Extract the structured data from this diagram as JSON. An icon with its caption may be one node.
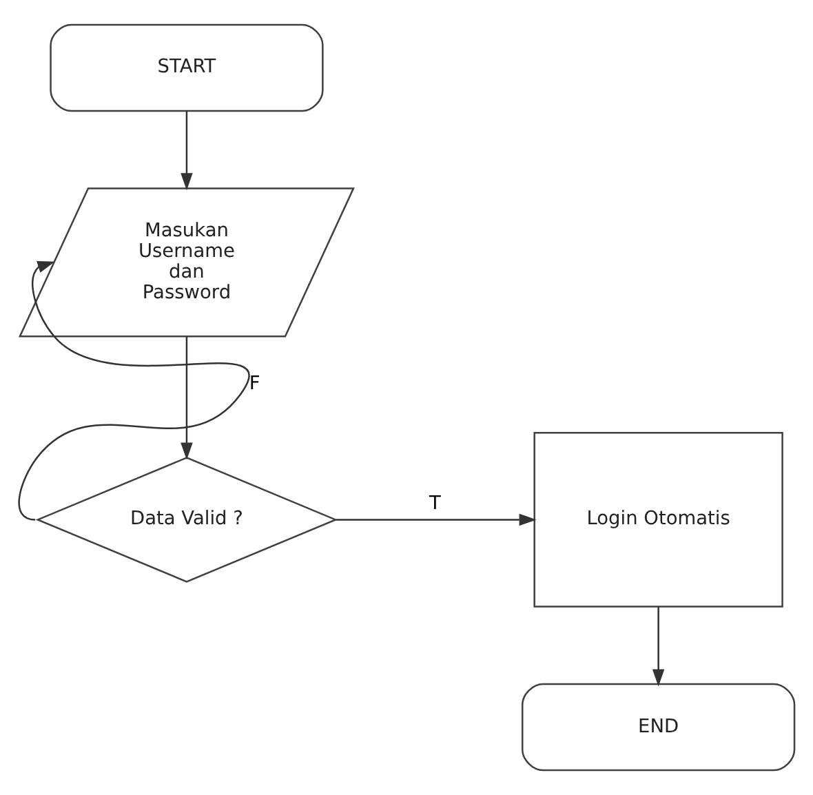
{
  "diagram": {
    "nodes": [
      {
        "text": [
          "START"
        ]
      },
      {
        "text": [
          "Masukan Username dan Password"
        ]
      },
      {
        "text": [
          "Data Valid ?"
        ]
      },
      {
        "text": [
          "Login Otomatis"
        ]
      },
      {
        "text": [
          "END"
        ]
      }
    ],
    "edges": [
      {
        "from": 0,
        "to": 1,
        "arrow": "to"
      },
      {
        "from": 1,
        "to": 2,
        "arrow": "to"
      },
      {
        "from": 2,
        "to": 1,
        "label": "F",
        "arrow": "to"
      },
      {
        "from": 2,
        "to": 3,
        "label": "T",
        "arrow": "to"
      },
      {
        "from": 3,
        "to": 4,
        "arrow": "to"
      }
    ]
  }
}
